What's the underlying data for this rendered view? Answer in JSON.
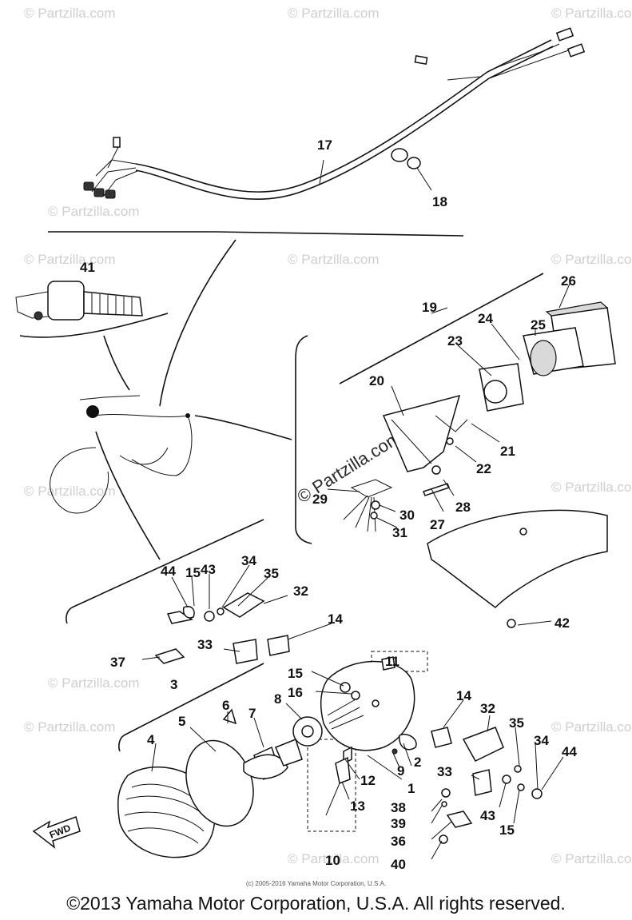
{
  "watermark": {
    "text": "© Partzilla.com",
    "center_text": "© Partzilla.com"
  },
  "labels": {
    "p17": "17",
    "p18": "18",
    "p41": "41",
    "p19": "19",
    "p26": "26",
    "p25": "25",
    "p24": "24",
    "p23": "23",
    "p20": "20",
    "p21": "21",
    "p22": "22",
    "p28": "28",
    "p27": "27",
    "p29": "29",
    "p30": "30",
    "p31": "31",
    "p44a": "44",
    "p15a": "15",
    "p43a": "43",
    "p34a": "34",
    "p35a": "35",
    "p32a": "32",
    "p14a": "14",
    "p42": "42",
    "p11": "11",
    "p37": "37",
    "p33a": "33",
    "p15b": "15",
    "p16": "16",
    "p3": "3",
    "p6": "6",
    "p8": "8",
    "p5": "5",
    "p7": "7",
    "p4": "4",
    "p14b": "14",
    "p32b": "32",
    "p35b": "35",
    "p34b": "34",
    "p44b": "44",
    "p2": "2",
    "p9": "9",
    "p1": "1",
    "p12": "12",
    "p13": "13",
    "p33b": "33",
    "p38": "38",
    "p39": "39",
    "p43b": "43",
    "p15c": "15",
    "p36": "36",
    "p40": "40",
    "p10": "10"
  },
  "fwd_label": "FWD",
  "small_copyright": "(c) 2005-2016 Yamaha Motor Corporation, U.S.A.",
  "footer": "©2013 Yamaha Motor Corporation, U.S.A. All rights reserved.",
  "colors": {
    "line": "#111111",
    "watermark": "#cfcfcf",
    "background": "#ffffff"
  }
}
